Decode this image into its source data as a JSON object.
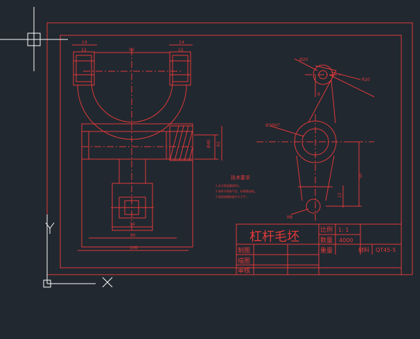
{
  "drawing": {
    "title_block": {
      "title": "杠杆毛坯",
      "scale_label": "比例",
      "scale_value": "1: 1",
      "quantity_label": "数量",
      "quantity_value": "4000",
      "weight_label": "重量",
      "material_label": "材料",
      "material_value": "QT45-5",
      "drawn_by_label": "制图",
      "traced_by_label": "描图",
      "checked_by_label": "审核"
    },
    "technical_requirements": {
      "heading": "技术要求",
      "items": [
        "1.未注铸造圆角R2。",
        "2.铸件不得有气孔、砂眼等缺陷。",
        "3.铸造拔模斜度不大于3°。"
      ]
    },
    "dimensions": {
      "left_top_a": "14",
      "left_top_b": "12",
      "right_top_a": "14",
      "right_top_b": "12",
      "top_center": "50",
      "right_vertical_a": "Ø40",
      "right_vertical_b": "62",
      "bottom_inner": "34",
      "bottom_mid": "80",
      "bottom_overall": "106",
      "lever_top_dia": "Ø20",
      "lever_radius": "R20",
      "lever_offset": "8",
      "lever_center_dia": "Ø30H7",
      "lever_length": "50",
      "lever_side": "12",
      "lever_bottom": "R8"
    },
    "ucs": {
      "y_label": "Y",
      "x_label": "X"
    },
    "colors": {
      "background": "#212830",
      "drawing": "#e23a3a",
      "cursor": "#ffffff",
      "ucs": "#ffffff"
    }
  }
}
